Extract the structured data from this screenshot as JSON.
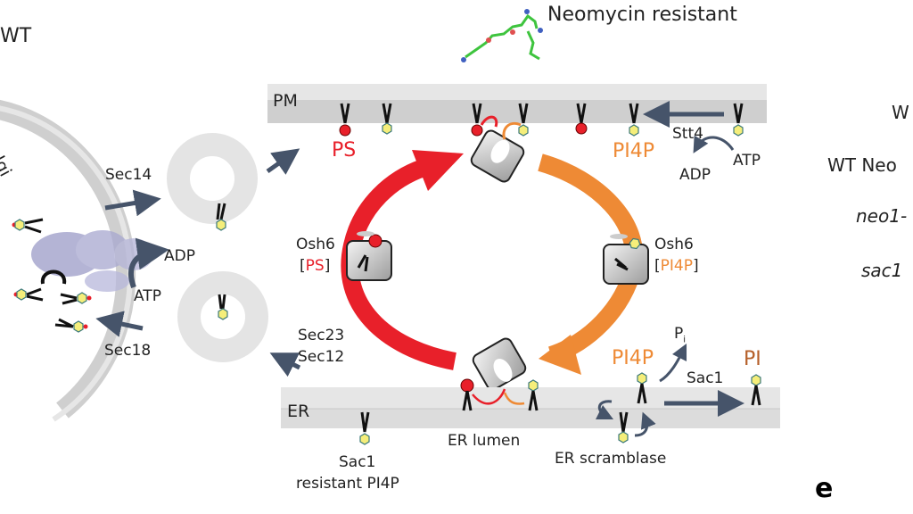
{
  "labels": {
    "wt_top_left": "WT",
    "golgi": "Golgi",
    "sec14": "Sec14",
    "sec18": "Sec18",
    "adp_left": "ADP",
    "atp_left": "ATP",
    "neomycin": "Neomycin resistant",
    "pm": "PM",
    "ps_top": "PS",
    "pi4p_top": "PI4P",
    "stt4": "Stt4",
    "atp_right": "ATP",
    "adp_right": "ADP",
    "osh6_left": "Osh6",
    "osh6_left_cargo_open": "[",
    "osh6_left_cargo": "PS",
    "osh6_left_cargo_close": "]",
    "osh6_right": "Osh6",
    "osh6_right_cargo_open": "[",
    "osh6_right_cargo": "PI4P",
    "osh6_right_cargo_close": "]",
    "sec23": "Sec23",
    "sec12": "Sec12",
    "er": "ER",
    "er_lumen": "ER lumen",
    "er_scramblase": "ER scramblase",
    "sac1_resistant_line1": "Sac1",
    "sac1_resistant_line2": "resistant PI4P",
    "pi4p_bottom": "PI4P",
    "pi": "P",
    "pi_sub": "i",
    "sac1": "Sac1",
    "pi_product": "PI",
    "right_wt": "W",
    "right_wt_neo": "WT Neo",
    "right_neo1": "neo1-",
    "right_sac1": "sac1",
    "panel_e": "e"
  },
  "colors": {
    "ps_red": "#e8202a",
    "pi4p_orange": "#ee8a35",
    "arrow_slate": "#46546a",
    "membrane_light": "#e6e6e6",
    "membrane_dark": "#cfcfcf",
    "vesicle_gray": "#e4e4e4",
    "text_dark": "#222222"
  }
}
